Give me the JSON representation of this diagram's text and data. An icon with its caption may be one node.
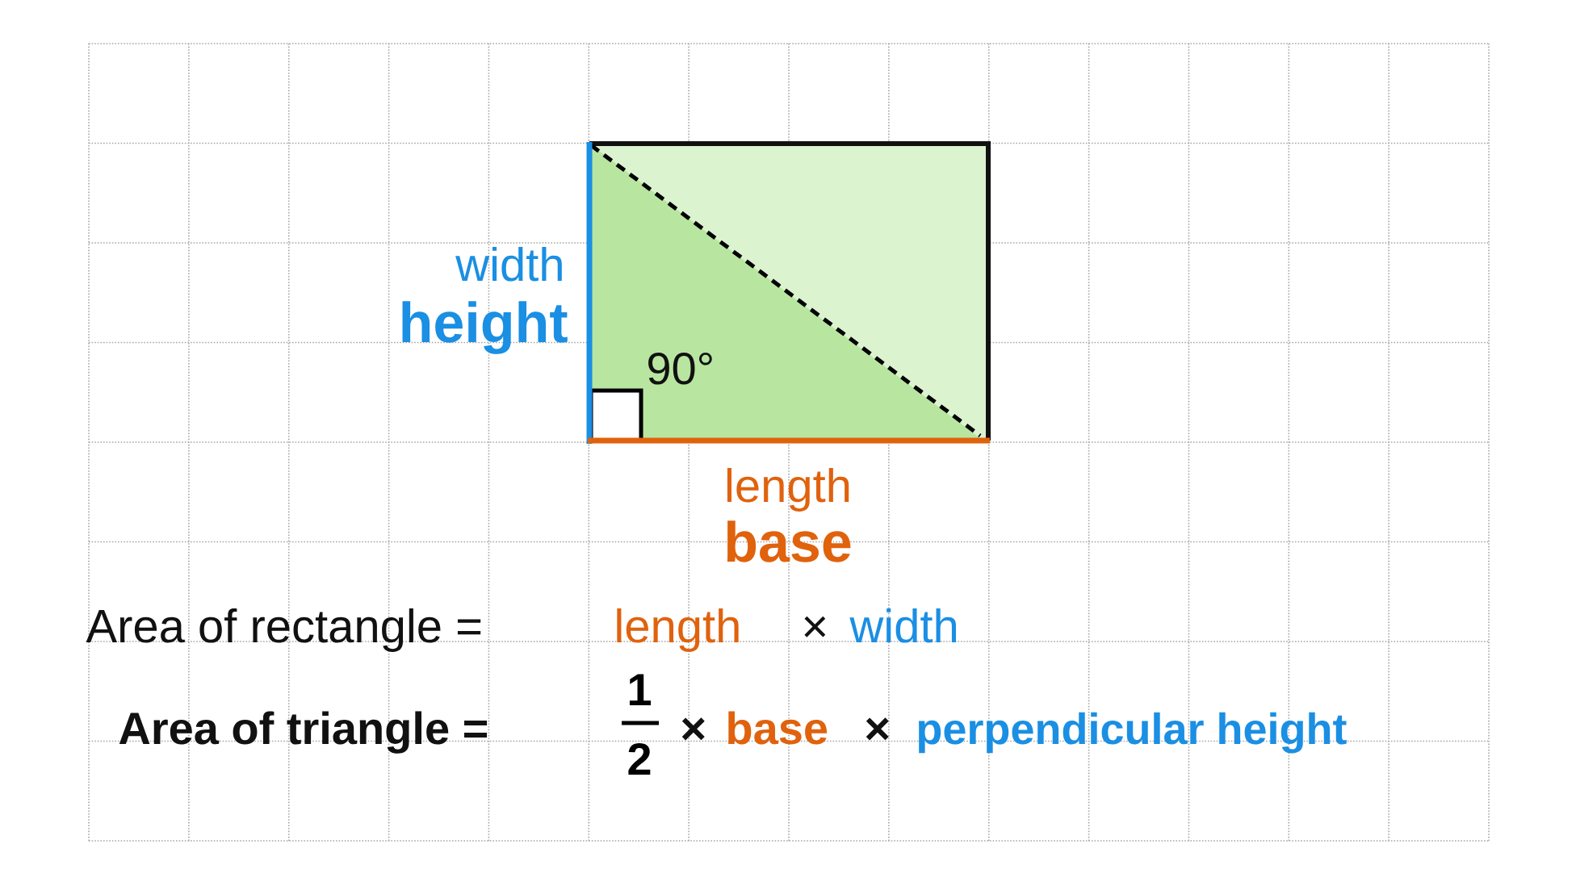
{
  "diagram": {
    "labels": [
      "width",
      "height",
      "90°",
      "length",
      "base",
      "Area of rectangle =",
      "length",
      "×",
      "width",
      "Area of triangle =",
      "1",
      "2",
      "×",
      "base",
      "×",
      "perpendicular height"
    ]
  }
}
